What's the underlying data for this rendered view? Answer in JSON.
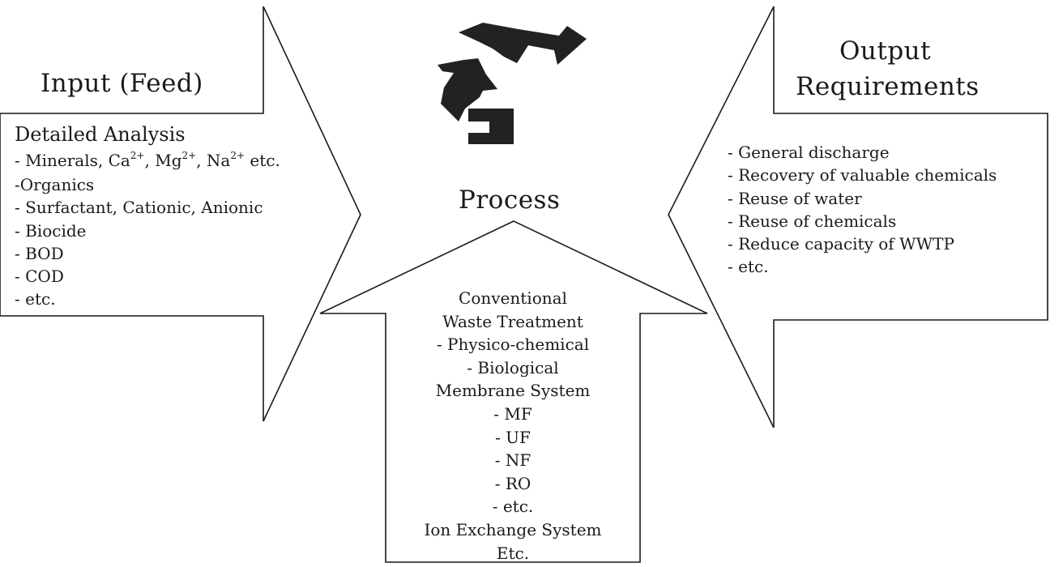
{
  "input": {
    "title": "Input (Feed)",
    "subtitle": "Detailed Analysis",
    "minerals": {
      "prefix": "- Minerals, Ca",
      "ca_charge": "2+",
      "sep1": ", Mg",
      "mg_charge": "2+",
      "sep2": ", Na",
      "na_charge": "2+",
      "suffix": " etc."
    },
    "items": [
      "-Organics",
      "- Surfactant, Cationic, Anionic",
      "- Biocide",
      "- BOD",
      "- COD",
      "- etc."
    ]
  },
  "output": {
    "title_line1": "Output",
    "title_line2": "Requirements",
    "items": [
      "- General discharge",
      "- Recovery of valuable chemicals",
      "- Reuse of water",
      "- Reuse of chemicals",
      "- Reduce capacity of WWTP",
      "- etc."
    ]
  },
  "process": {
    "title": "Process",
    "items": [
      "Conventional",
      "Waste Treatment",
      "- Physico-chemical",
      "- Biological",
      "Membrane System",
      "- MF",
      "- UF",
      "- NF",
      "- RO",
      "- etc.",
      "Ion Exchange System",
      "Etc."
    ]
  },
  "colors": {
    "line": "#1a1a1a",
    "fill": "#222222",
    "background": "#ffffff"
  },
  "icons": {
    "center": "recycle-arrows-icon"
  }
}
